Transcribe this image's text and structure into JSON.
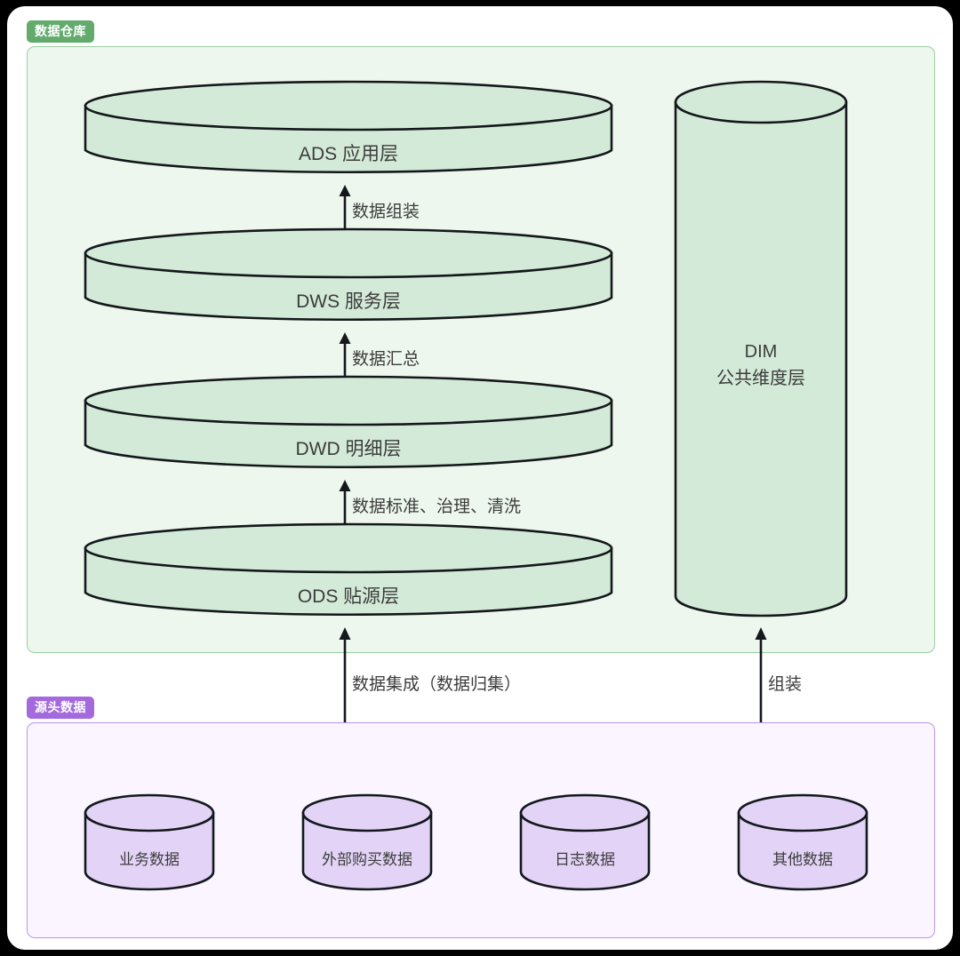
{
  "diagram": {
    "title_groups": [
      {
        "id": "warehouse",
        "badge": "数据仓库"
      },
      {
        "id": "source",
        "badge": "源头数据"
      }
    ],
    "warehouse": {
      "badge": "数据仓库",
      "layers": [
        {
          "id": "ads",
          "label": "ADS 应用层"
        },
        {
          "id": "dws",
          "label": "DWS 服务层"
        },
        {
          "id": "dwd",
          "label": "DWD 明细层"
        },
        {
          "id": "ods",
          "label": "ODS 贴源层"
        }
      ],
      "dim": {
        "line1": "DIM",
        "line2": "公共维度层"
      }
    },
    "source": {
      "badge": "源头数据",
      "stores": [
        {
          "id": "business",
          "label": "业务数据"
        },
        {
          "id": "external-purchase",
          "label": "外部购买数据"
        },
        {
          "id": "log",
          "label": "日志数据"
        },
        {
          "id": "other",
          "label": "其他数据"
        }
      ]
    },
    "arrows": [
      {
        "id": "ads-from-dws",
        "label": "数据组装"
      },
      {
        "id": "dws-from-dwd",
        "label": "数据汇总"
      },
      {
        "id": "dwd-from-ods",
        "label": "数据标准、治理、清洗"
      },
      {
        "id": "ods-from-source",
        "label": "数据集成（数据归集）"
      },
      {
        "id": "dim-from-source",
        "label": "组装"
      }
    ],
    "colors": {
      "warehouse_group_fill": "#eef7ee",
      "warehouse_group_border": "#9bcfa2",
      "warehouse_badge": "#62ab6d",
      "source_group_fill": "#faf5ff",
      "source_group_border": "#bf93ee",
      "source_badge": "#a369dd",
      "cylinder_green_fill": "#d4ead8",
      "cylinder_purple_fill": "#e3d4f7",
      "stroke": "#14181c",
      "text": "#3c3c3c",
      "bezel": "#000000",
      "page": "#ffffff"
    }
  }
}
